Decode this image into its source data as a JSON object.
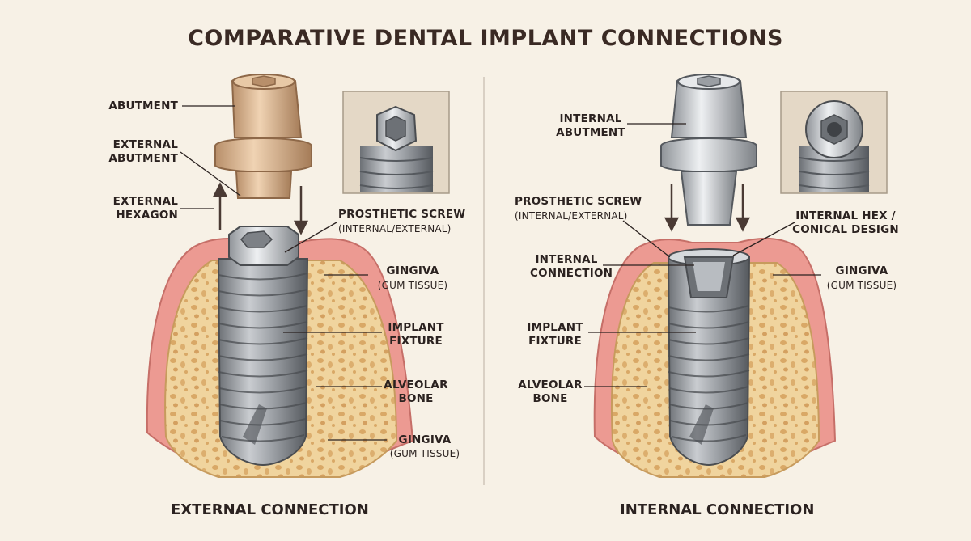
{
  "title": "COMPARATIVE DENTAL IMPLANT CONNECTIONS",
  "left_panel": {
    "caption": "EXTERNAL CONNECTION",
    "labels": {
      "abutment": "ABUTMENT",
      "external_abutment": "EXTERNAL\nABUTMENT",
      "external_hexagon": "EXTERNAL\nHEXAGON",
      "prosthetic_screw": "PROSTHETIC SCREW",
      "prosthetic_screw_sub": "(INTERNAL/EXTERNAL)",
      "gingiva": "GINGIVA",
      "gingiva_sub": "(GUM TISSUE)",
      "implant_fixture": "IMPLANT\nFIXTURE",
      "alveolar_bone": "ALVEOLAR\nBONE",
      "gingiva_bottom": "GINGIVA",
      "gingiva_bottom_sub": "(GUM TISSUE)"
    }
  },
  "right_panel": {
    "caption": "INTERNAL CONNECTION",
    "labels": {
      "internal_abutment": "INTERNAL\nABUTMENT",
      "prosthetic_screw": "PROSTHETIC SCREW",
      "prosthetic_screw_sub": "(INTERNAL/EXTERNAL)",
      "internal_hex": "INTERNAL HEX /\nCONICAL DESIGN",
      "internal_connection": "INTERNAL\nCONNECTION",
      "gingiva": "GINGIVA",
      "gingiva_sub": "(GUM TISSUE)",
      "implant_fixture": "IMPLANT\nFIXTURE",
      "alveolar_bone": "ALVEOLAR\nBONE"
    }
  },
  "colors": {
    "background": "#f7f1e6",
    "gum": "#ec9a92",
    "bone": "#efd29a",
    "bone_pore": "#d9a866",
    "titanium": "#9a9ea3",
    "gold_abutment": "#ddb995"
  }
}
